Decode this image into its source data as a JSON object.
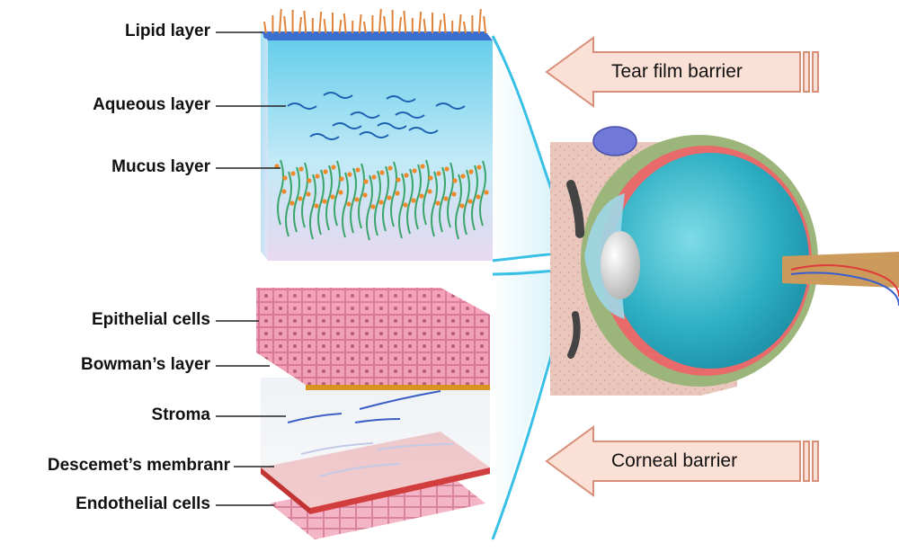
{
  "labels": {
    "lipid": "Lipid layer",
    "aqueous": "Aqueous layer",
    "mucus": "Mucus layer",
    "epithelial": "Epithelial cells",
    "bowman": "Bowman’s layer",
    "stroma": "Stroma",
    "descemet": "Descemet’s membranr",
    "endothelial": "Endothelial cells"
  },
  "arrows": {
    "tear_film": "Tear film barrier",
    "corneal": "Corneal barrier"
  },
  "colors": {
    "tear_cube": "#7fd6ef",
    "lipid_heads": "#3a6fd0",
    "lipid_tails": "#e0833a",
    "mucus_strands": "#3aa56a",
    "mucus_beads": "#f08a2a",
    "epithelium": "#f2a0b8",
    "bowman": "#f2b23a",
    "descemet": "#e84a4a",
    "endothelium": "#f4b6c6",
    "arrow_fill": "#fbe0d6",
    "arrow_stroke": "#d88f7a",
    "eye_body": "#35b6c8",
    "lens": "#d8d8d8"
  }
}
